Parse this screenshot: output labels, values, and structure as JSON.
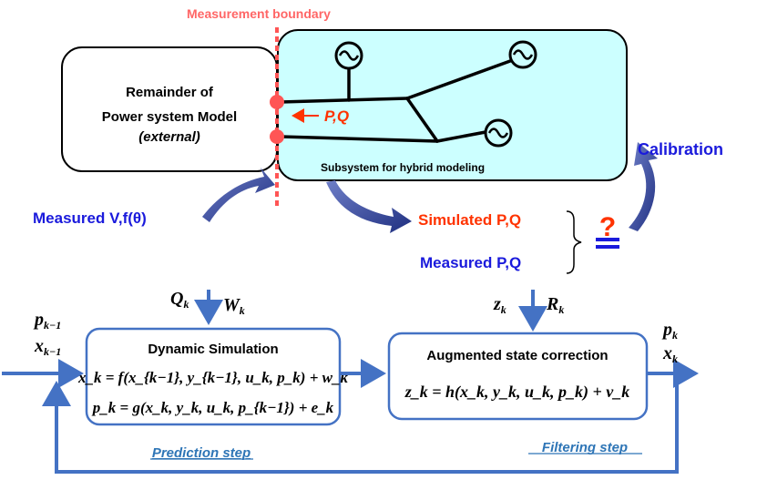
{
  "top": {
    "boundary_label": "Measurement boundary",
    "external_box": {
      "line1": "Remainder of",
      "line2": "Power system Model",
      "line3": "(external)"
    },
    "interface_label": "P,Q",
    "subsystem_label": "Subsystem for hybrid modeling",
    "measured_vf": "Measured V,f(θ)",
    "simulated_pq": "Simulated P,Q",
    "measured_pq": "Measured P,Q",
    "question_mark": "?",
    "calibration": "Calibration"
  },
  "bottom": {
    "input_p": "p",
    "input_p_sub": "k−1",
    "input_x": "x",
    "input_x_sub": "k−1",
    "q_label": "Q",
    "q_sub": "k",
    "w_label": "W",
    "w_sub": "k",
    "z_label": "z",
    "z_sub": "k",
    "r_label": "R",
    "r_sub": "k",
    "output_p": "p",
    "output_p_sub": "k",
    "output_x": "x",
    "output_x_sub": "k",
    "prediction_box": {
      "title": "Dynamic Simulation",
      "eq1": "x_k = f(x_{k−1}, y_{k−1}, u_k, p_k) + w_k",
      "eq2": "p_k = g(x_k, y_k, u_k, p_{k−1}) + e_k"
    },
    "filtering_box": {
      "title": "Augmented state correction",
      "eq1": "z_k = h(x_k, y_k, u_k, p_k) + v_k"
    },
    "prediction_step": "Prediction step",
    "filtering_step": "Filtering step"
  },
  "colors": {
    "blue_text": "#1a1adc",
    "red_text": "#ff3300",
    "arrow_blue": "#4472c4",
    "dark_arrow": "#2f3f8f",
    "subsystem_fill": "#ccffff",
    "dot_red": "#ff5555"
  }
}
